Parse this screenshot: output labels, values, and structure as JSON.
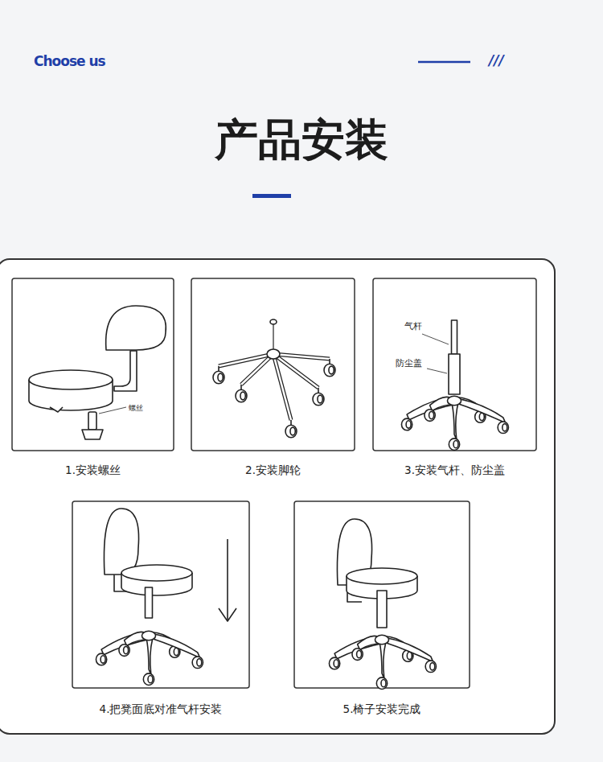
{
  "diagram": {
    "title": "产品安装",
    "nodes": [
      {
        "text": [
          "1.安装螺丝"
        ]
      },
      {
        "text": [
          "2.安装脚轮"
        ]
      },
      {
        "text": [
          "3.安装气杆、防尘盖"
        ]
      },
      {
        "text": [
          "4.把凳面底对准气杆安装"
        ]
      },
      {
        "text": [
          "5.椅子安装完成"
        ]
      }
    ],
    "labels": [
      "Choose us",
      "///",
      "螺丝",
      "气杆",
      "防尘盖"
    ]
  }
}
